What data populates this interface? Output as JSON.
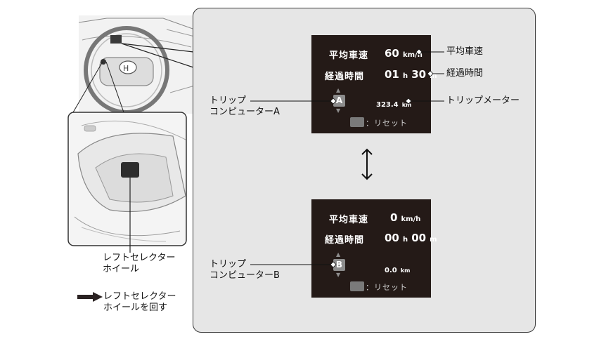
{
  "screen_a": {
    "avg_speed_label": "平均車速",
    "avg_speed_value": "60",
    "avg_speed_unit": "km/h",
    "elapsed_label": "経過時間",
    "elapsed_hours": "01",
    "elapsed_h_unit": "h",
    "elapsed_minutes": "30",
    "elapsed_m_unit": "m",
    "computer_letter": "A",
    "trip_value": "323.4",
    "trip_unit": "km",
    "reset_text": "：リセット"
  },
  "screen_b": {
    "avg_speed_label": "平均車速",
    "avg_speed_value": "0",
    "avg_speed_unit": "km/h",
    "elapsed_label": "経過時間",
    "elapsed_hours": "00",
    "elapsed_h_unit": "h",
    "elapsed_minutes": "00",
    "elapsed_m_unit": "m",
    "computer_letter": "B",
    "trip_value": "0.0",
    "trip_unit": "km",
    "reset_text": "：リセット"
  },
  "callouts": {
    "avg_speed": "平均車速",
    "elapsed_time": "経過時間",
    "trip_meter": "トリップメーター",
    "trip_computer_a_line1": "トリップ",
    "trip_computer_a_line2": "コンピューターA",
    "trip_computer_b_line1": "トリップ",
    "trip_computer_b_line2": "コンピューターB",
    "left_selector_line1": "レフトセレクター",
    "left_selector_line2": "ホイール"
  },
  "legend": {
    "line1": "レフトセレクター",
    "line2": "ホイールを回す"
  },
  "colors": {
    "screen_bg": "#241a17",
    "panel_bg": "#e6e6e6",
    "badge_bg": "#8c8c8c"
  }
}
